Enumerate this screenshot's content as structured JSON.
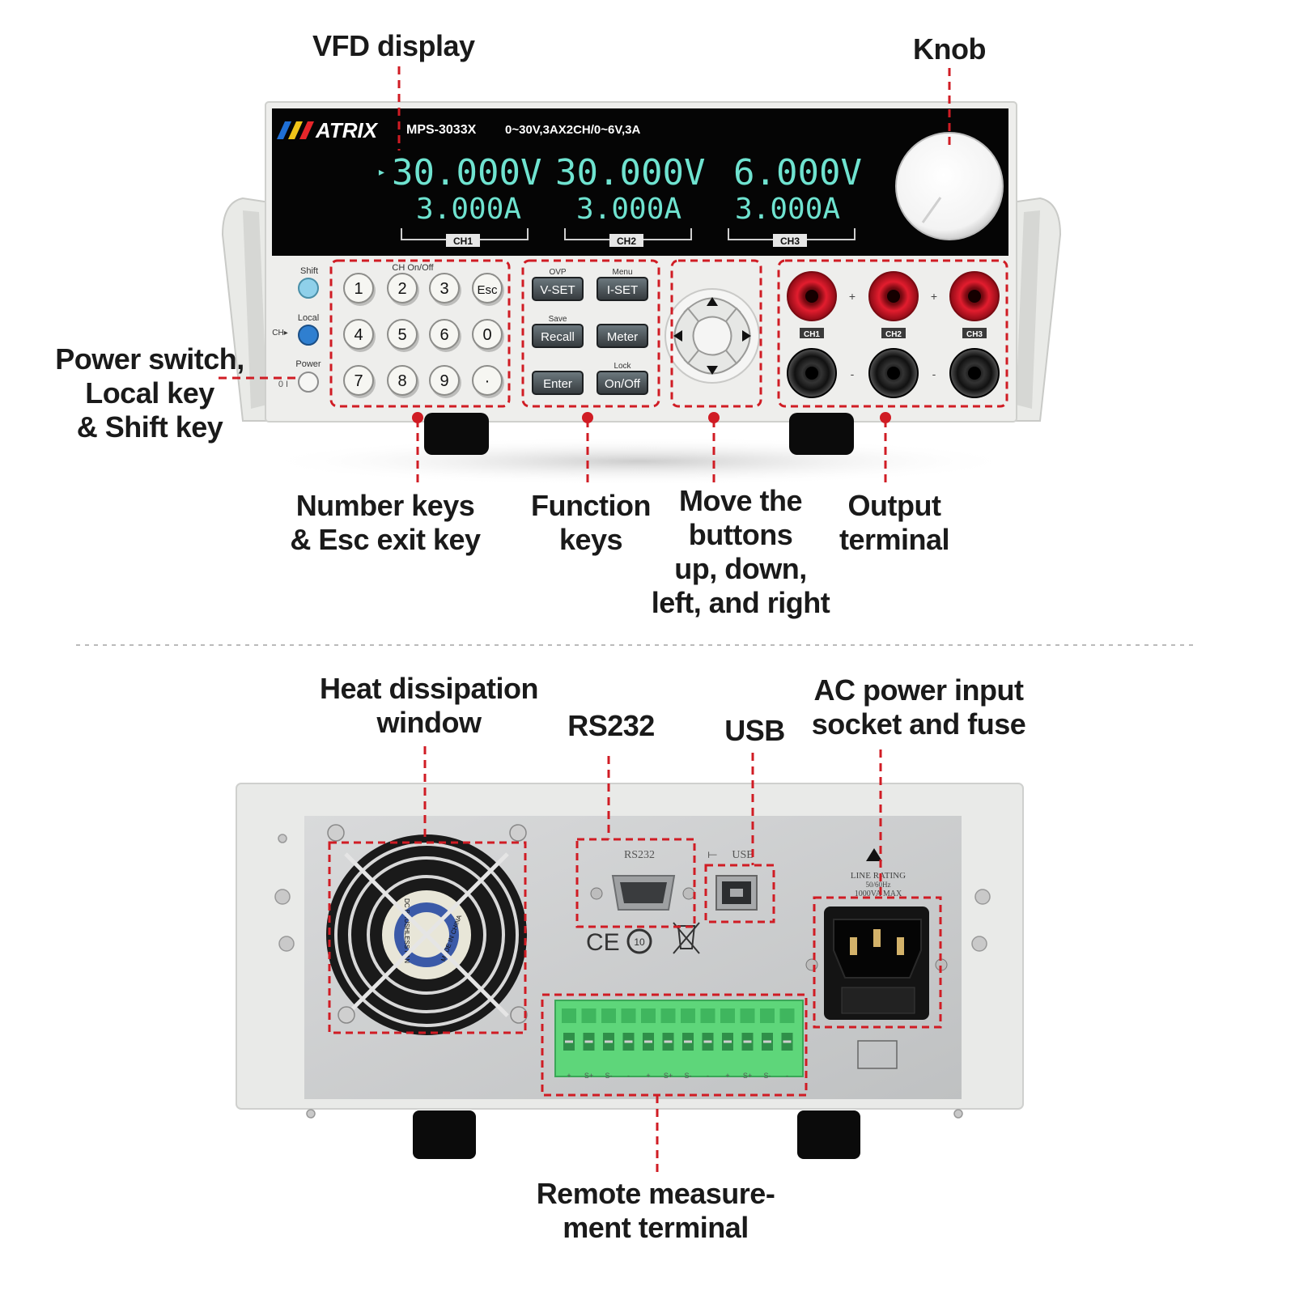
{
  "front": {
    "brand": "ATRIX",
    "model": "MPS-3033X",
    "spec": "0~30V,3AX2CH/0~6V,3A",
    "channels": [
      {
        "voltage": "30.000V",
        "current": "3.000A",
        "label": "CH1"
      },
      {
        "voltage": "30.000V",
        "current": "3.000A",
        "label": "CH2"
      },
      {
        "voltage": "6.000V",
        "current": "3.000A",
        "label": "CH3"
      }
    ],
    "side_keys": {
      "shift": "Shift",
      "local": "Local",
      "ch_arrow": "CH▸",
      "power": "Power"
    },
    "numpad_title": "CH On/Off",
    "numpad_keys": [
      "1",
      "2",
      "3",
      "Esc",
      "4",
      "5",
      "6",
      "0",
      "7",
      "8",
      "9",
      "·"
    ],
    "function_keys": [
      {
        "above": "OVP",
        "label": "V-SET"
      },
      {
        "above": "Menu",
        "label": "I-SET"
      },
      {
        "above": "Save",
        "label": "Recall"
      },
      {
        "above": "",
        "label": "Meter"
      },
      {
        "above": "",
        "label": "Enter"
      },
      {
        "above": "Lock",
        "label": "On/Off"
      }
    ],
    "terminal_plus": "+",
    "terminal_minus": "-",
    "terminal_labels": [
      "CH1",
      "CH2",
      "CH3"
    ]
  },
  "rear": {
    "rs232": "RS232",
    "usb": "USB",
    "rating": [
      "LINE RATING",
      "50/60Hz",
      "1000VA MAX"
    ],
    "fan_text": [
      "DC BRUSHLESS FAN",
      "MADE IN CHINA"
    ],
    "ce": "CE",
    "rohs": "10",
    "terminal_labels": [
      "+",
      "S+",
      "S-",
      "-",
      "+",
      "S+",
      "S-",
      "-",
      "+",
      "S+",
      "S-",
      "-"
    ]
  },
  "callouts": {
    "vfd": "VFD display",
    "knob": "Knob",
    "power": [
      "Power switch,",
      "Local key",
      "& Shift key"
    ],
    "number": [
      "Number keys",
      "& Esc exit key"
    ],
    "function": [
      "Function",
      "keys"
    ],
    "move": [
      "Move the",
      "buttons",
      "up, down,",
      "left, and right"
    ],
    "output": [
      "Output",
      "terminal"
    ],
    "heat": [
      "Heat dissipation",
      "window"
    ],
    "rs232": "RS232",
    "usb": "USB",
    "ac": [
      "AC power input",
      "socket and fuse"
    ],
    "remote": [
      "Remote measure-",
      "ment terminal"
    ]
  },
  "colors": {
    "callout": "#d01c24",
    "vfd_text": "#6fe3d0",
    "terminal_red": "#d4182a",
    "terminal_green": "#5ed67a"
  }
}
